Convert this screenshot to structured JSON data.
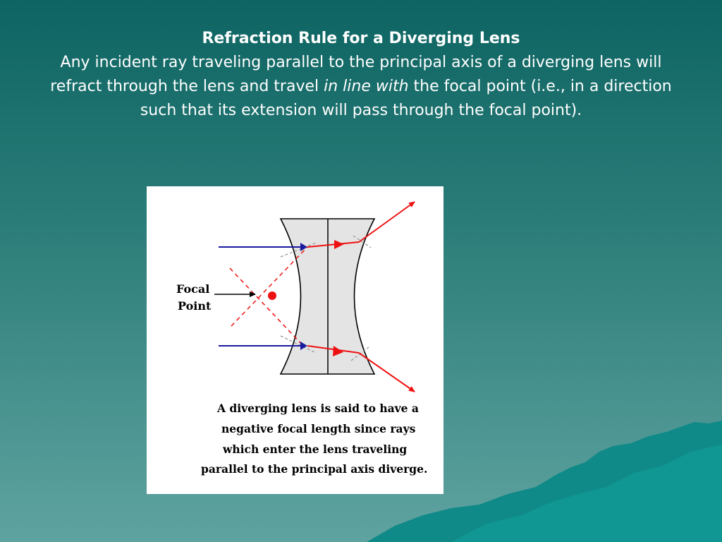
{
  "slide": {
    "title": "Refraction Rule for a Diverging Lens",
    "body_before": "Any incident ray traveling parallel to the principal axis of a diverging lens will refract through the lens and travel ",
    "body_emphasis": "in line with",
    "body_after": " the focal point (i.e., in a direction such that its extension will pass through the focal point)."
  },
  "diagram": {
    "focal_label_line1": "Focal",
    "focal_label_line2": "Point",
    "caption_lines": [
      "A diverging lens is said to have a",
      "negative focal length since rays",
      "which enter the lens traveling",
      "parallel to the principal axis diverge."
    ]
  },
  "colors": {
    "incident_ray": "#1a1a9e",
    "refracted_ray": "#ee1111",
    "lens_fill": "#e4e4e4",
    "background_top": "#0d6462",
    "mountain": "#0f8a88"
  }
}
